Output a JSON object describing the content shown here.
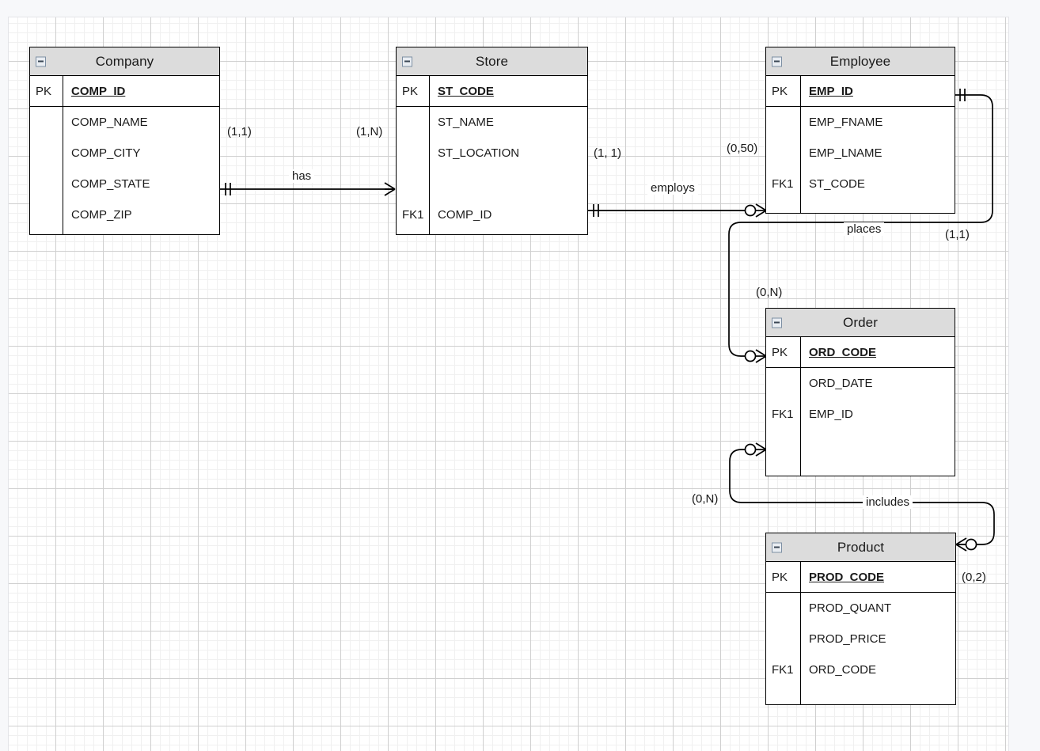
{
  "diagram": {
    "type": "entity-relationship",
    "notation": "crow's-foot / IE with (min,max) participation labels"
  },
  "entities": [
    {
      "id": "company",
      "title": "Company",
      "collapse_icon": "minus-box-icon",
      "pk_label": "PK",
      "pk_field": "COMP_ID",
      "rows": [
        {
          "key": "",
          "field": "COMP_NAME"
        },
        {
          "key": "",
          "field": " COMP_CITY"
        },
        {
          "key": "",
          "field": "COMP_STATE"
        },
        {
          "key": "",
          "field": "COMP_ZIP"
        }
      ]
    },
    {
      "id": "store",
      "title": "Store",
      "collapse_icon": "minus-box-icon",
      "pk_label": "PK",
      "pk_field": "ST_CODE",
      "rows": [
        {
          "key": "",
          "field": "ST_NAME"
        },
        {
          "key": "",
          "field": "ST_LOCATION"
        },
        {
          "key": "",
          "field": ""
        },
        {
          "key": "FK1",
          "field": "COMP_ID"
        }
      ]
    },
    {
      "id": "employee",
      "title": "Employee",
      "collapse_icon": "minus-box-icon",
      "pk_label": "PK",
      "pk_field": "EMP_ID",
      "rows": [
        {
          "key": "",
          "field": "EMP_FNAME"
        },
        {
          "key": "",
          "field": "EMP_LNAME"
        },
        {
          "key": "FK1",
          "field": "ST_CODE"
        }
      ]
    },
    {
      "id": "order",
      "title": "Order",
      "collapse_icon": "minus-box-icon",
      "pk_label": "PK",
      "pk_field": "ORD_CODE",
      "rows": [
        {
          "key": "",
          "field": "ORD_DATE"
        },
        {
          "key": "FK1",
          "field": "EMP_ID"
        },
        {
          "key": "",
          "field": ""
        }
      ]
    },
    {
      "id": "product",
      "title": "Product",
      "collapse_icon": "minus-box-icon",
      "pk_label": "PK",
      "pk_field": "PROD_CODE",
      "rows": [
        {
          "key": "",
          "field": "PROD_QUANT"
        },
        {
          "key": "",
          "field": "PROD_PRICE"
        },
        {
          "key": "FK1",
          "field": "ORD_CODE"
        }
      ]
    }
  ],
  "relationships": [
    {
      "id": "has",
      "verb": "has",
      "from": "Company",
      "to": "Store",
      "from_cardinality": "(1,1)",
      "to_cardinality": "(1,N)",
      "from_symbol": "one-and-only-one",
      "to_symbol": "many"
    },
    {
      "id": "employs",
      "verb": "employs",
      "from": "Store",
      "to": "Employee",
      "from_cardinality": "(1, 1)",
      "to_cardinality": "(0,50)",
      "from_symbol": "one-and-only-one",
      "to_symbol": "zero-or-many"
    },
    {
      "id": "places",
      "verb": "places",
      "from": "Employee",
      "to": "Order",
      "from_cardinality": "(1,1)",
      "to_cardinality": "(0,N)",
      "from_symbol": "one-and-only-one",
      "to_symbol": "zero-or-many"
    },
    {
      "id": "includes",
      "verb": "includes",
      "from": "Order",
      "to": "Product",
      "from_cardinality": "(0,N)",
      "to_cardinality": "(0,2)",
      "from_symbol": "zero-or-many",
      "to_symbol": "zero-or-many"
    }
  ],
  "colors": {
    "header_fill": "#dcdcdc",
    "entity_border": "#000000",
    "canvas": "#ffffff",
    "page_background": "#f7f8fa",
    "grid_minor": "#f0f0f0",
    "grid_major": "#cfcfcf"
  }
}
